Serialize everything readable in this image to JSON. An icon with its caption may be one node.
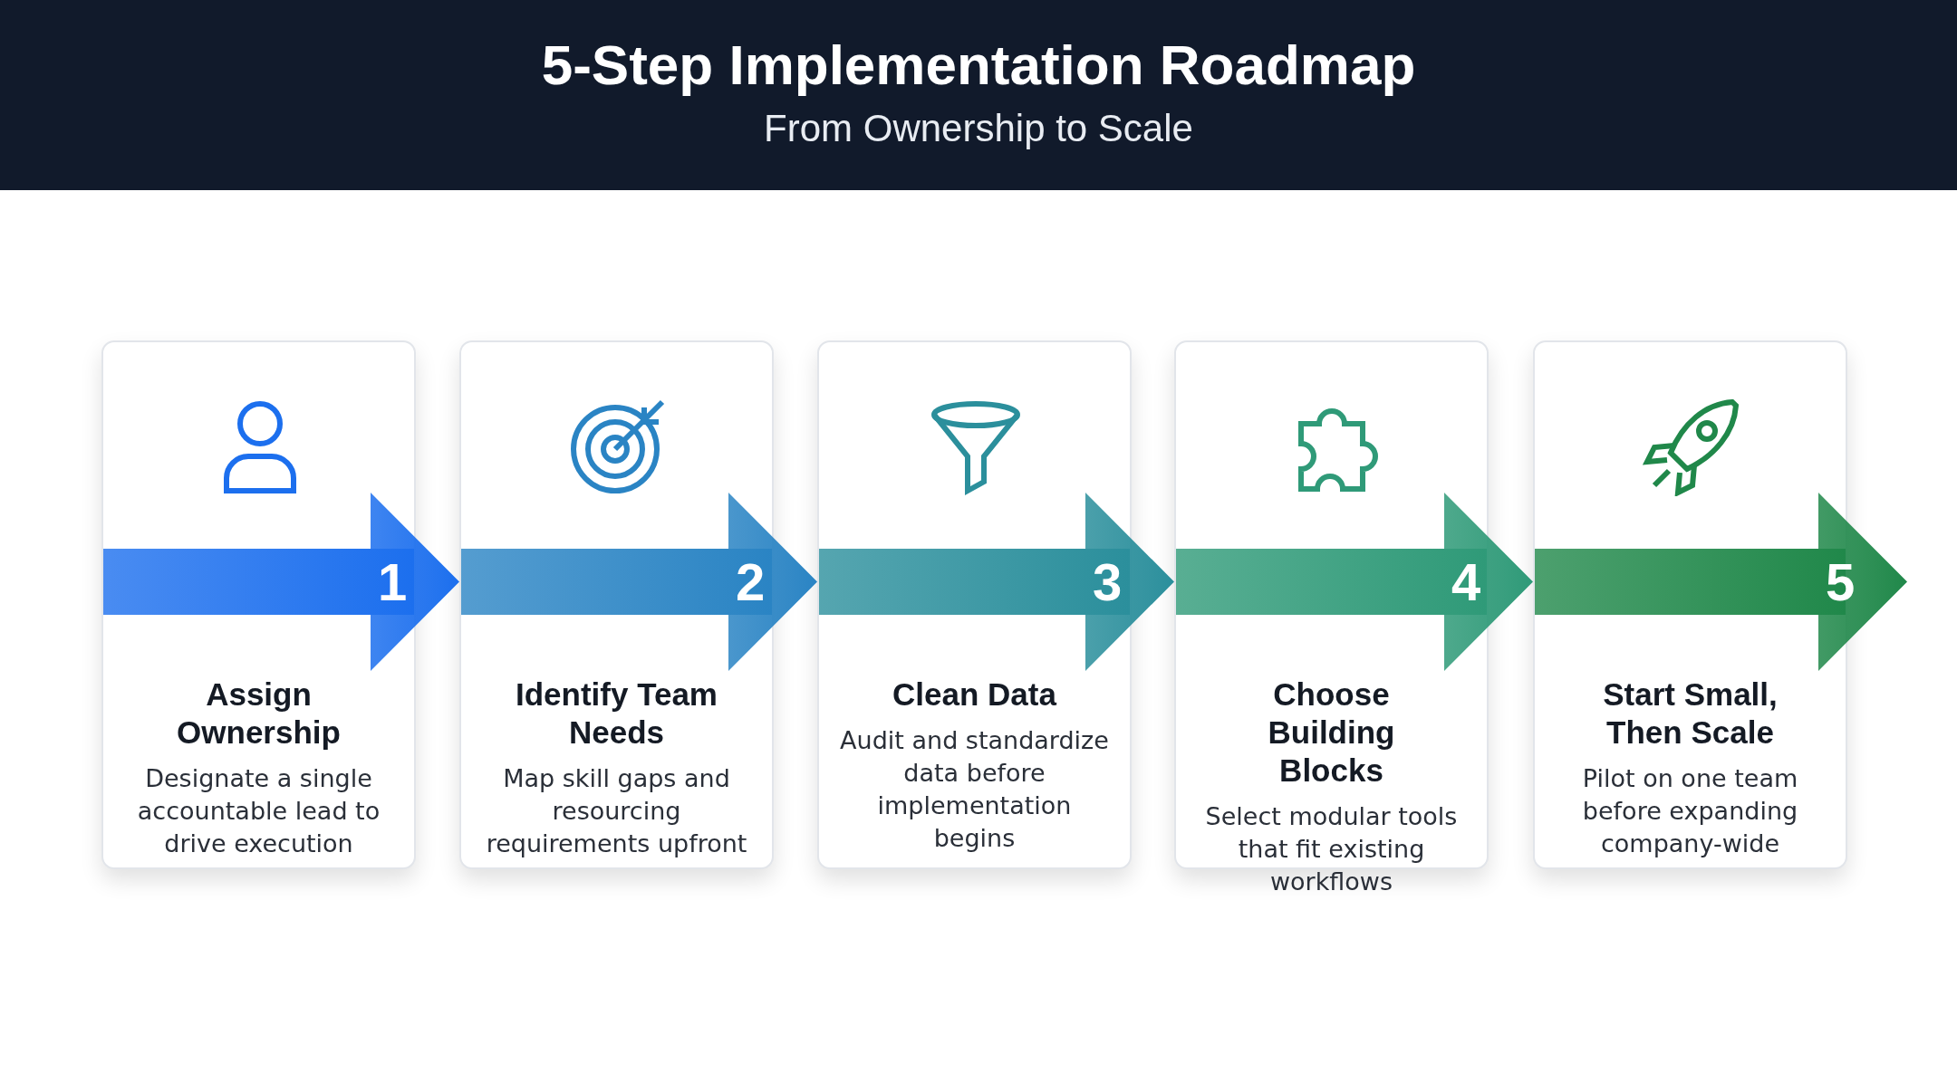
{
  "diagram": {
    "title": "5-Step Implementation Roadmap",
    "caption": "From Ownership to Scale",
    "nodes": [
      {
        "text": [
          "Assign Ownership",
          "Designate a single accountable lead to drive execution"
        ]
      },
      {
        "text": [
          "Identify Team Needs",
          "Map skill gaps and resourcing requirements upfront"
        ]
      },
      {
        "text": [
          "Clean Data",
          "Audit and standardize data before implementation begins"
        ]
      },
      {
        "text": [
          "Choose Building Blocks",
          "Select modular tools that fit existing workflows"
        ]
      },
      {
        "text": [
          "Start Small, Then Scale",
          "Pilot on one team before expanding company-wide"
        ]
      }
    ],
    "edges": [
      {
        "from": 0,
        "to": 1,
        "arrow": "to",
        "label": "1",
        "color": "#1c6fee"
      },
      {
        "from": 1,
        "to": 2,
        "arrow": "to",
        "label": "2",
        "color": "#2a84c4"
      },
      {
        "from": 2,
        "to": 3,
        "arrow": "to",
        "label": "3",
        "color": "#2b8f9c"
      },
      {
        "from": 3,
        "to": 4,
        "arrow": "to",
        "label": "4",
        "color": "#2f9a78"
      },
      {
        "from": 4,
        "to": null,
        "arrow": "to",
        "label": "5",
        "color": "#20884a"
      }
    ]
  }
}
